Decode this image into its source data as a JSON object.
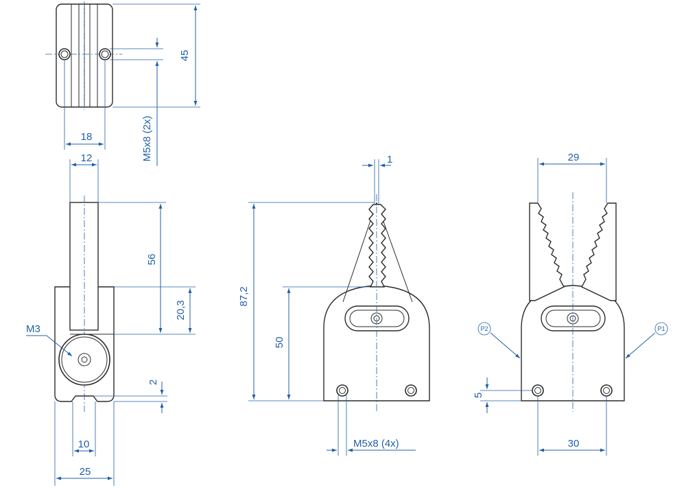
{
  "top_view": {
    "height_dim": "45",
    "hole_spacing_dim": "18",
    "thread_note": "M5x8 (2x)"
  },
  "side_view": {
    "jaw_width_dim": "12",
    "jaw_height_dim": "56",
    "body_height_dim": "20,3",
    "screw_label": "M3",
    "slot_depth_dim": "2",
    "slot_width_dim": "10",
    "overall_width_dim": "25"
  },
  "front_view_closed": {
    "tip_gap_dim": "1",
    "overall_height_dim": "87,2",
    "mount_height_dim": "50",
    "thread_note": "M5x8 (4x)"
  },
  "front_view_open": {
    "jaw_opening_dim": "29",
    "hole_offset_dim": "5",
    "hole_spacing_dim": "30",
    "port_p1": "P1",
    "port_p2": "P2"
  }
}
